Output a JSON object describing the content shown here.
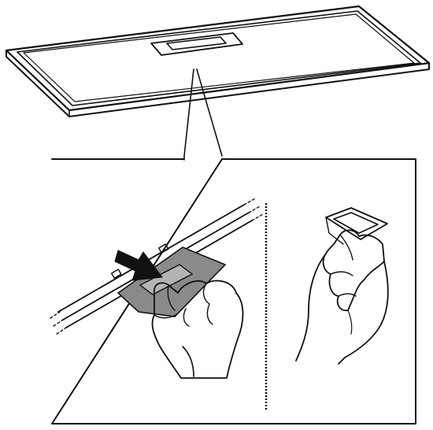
{
  "colors": {
    "ink": "#111111",
    "background": "#ffffff",
    "panel_fill": "#ffffff",
    "clip_fill": "#8a8a8a",
    "clip_fill_light": "#b4b4b4"
  },
  "elements": {
    "filter_panel": "filter-panel",
    "detail_callout": "detail-callout",
    "insert_arrow": "push-arrow",
    "removed_clip": "removed-clip"
  }
}
